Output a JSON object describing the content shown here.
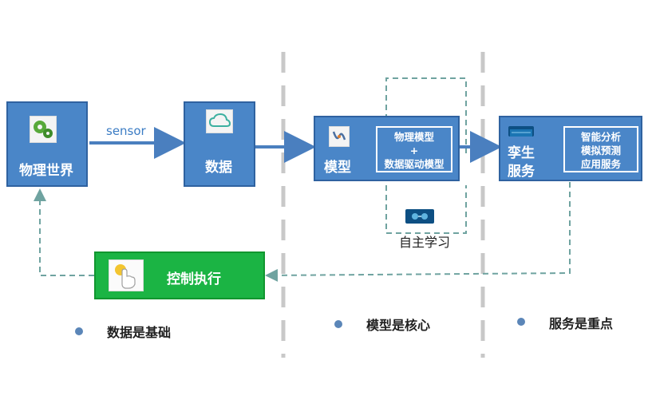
{
  "nodes": {
    "physical_world": "物理世界",
    "data": "数据",
    "model": "模型",
    "twin_service": [
      "孪生",
      "服务"
    ],
    "control": "控制执行"
  },
  "model_inner": [
    "物理模型",
    "+",
    "数据驱动模型"
  ],
  "service_inner": [
    "智能分析",
    "模拟预测",
    "应用服务"
  ],
  "edge_labels": {
    "sensor": "sensor"
  },
  "self_learning": "自主学习",
  "sections": [
    {
      "caption": "数据是基础"
    },
    {
      "caption": "模型是核心"
    },
    {
      "caption": "服务是重点"
    }
  ],
  "colors": {
    "box_fill": "#4a86c8",
    "box_border": "#2f62a0",
    "arrow": "#4a7fbf",
    "dashed_line": "#6fa3a0",
    "divider": "#c8c8c8",
    "control_fill": "#1bb444",
    "bullet": "#5b86b8"
  },
  "icons": {
    "physical_world": "gears-icon",
    "data": "cloud-icon",
    "model": "model-logo-icon",
    "twin_service": "screen-thumbnail-icon",
    "self_learning": "ai-thumbnail-icon",
    "control": "hand-touch-icon"
  }
}
